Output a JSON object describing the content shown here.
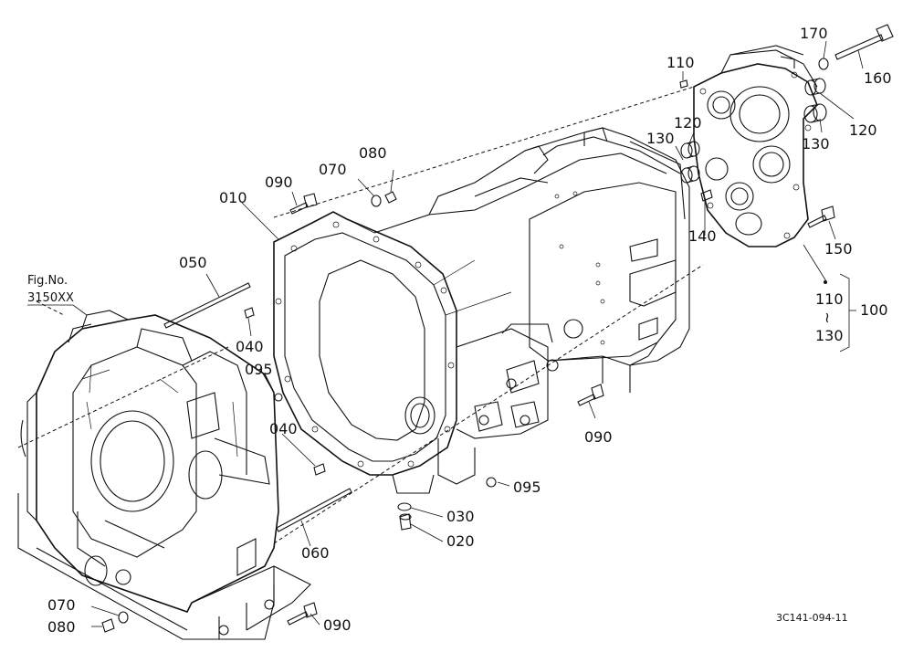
{
  "diagram": {
    "figure_ref": {
      "line1": "Fig.No.",
      "line2": "3150XX"
    },
    "drawing_code": "3C141-094-11",
    "parts": {
      "p170": "170",
      "p160": "160",
      "p110a": "110",
      "p120a": "120",
      "p120b": "120",
      "p130a": "130",
      "p130b": "130",
      "p080a": "080",
      "p070a": "070",
      "p090a": "090",
      "p010": "010",
      "p140": "140",
      "p150": "150",
      "p050": "050",
      "p110b": "110",
      "p100": "100",
      "p130c": "130",
      "p040a": "040",
      "p095a": "095",
      "p090b": "090",
      "p040b": "040",
      "p095b": "095",
      "p030": "030",
      "p020": "020",
      "p060": "060",
      "p070b": "070",
      "p080b": "080",
      "p090c": "090"
    },
    "range_symbol": "≀"
  }
}
